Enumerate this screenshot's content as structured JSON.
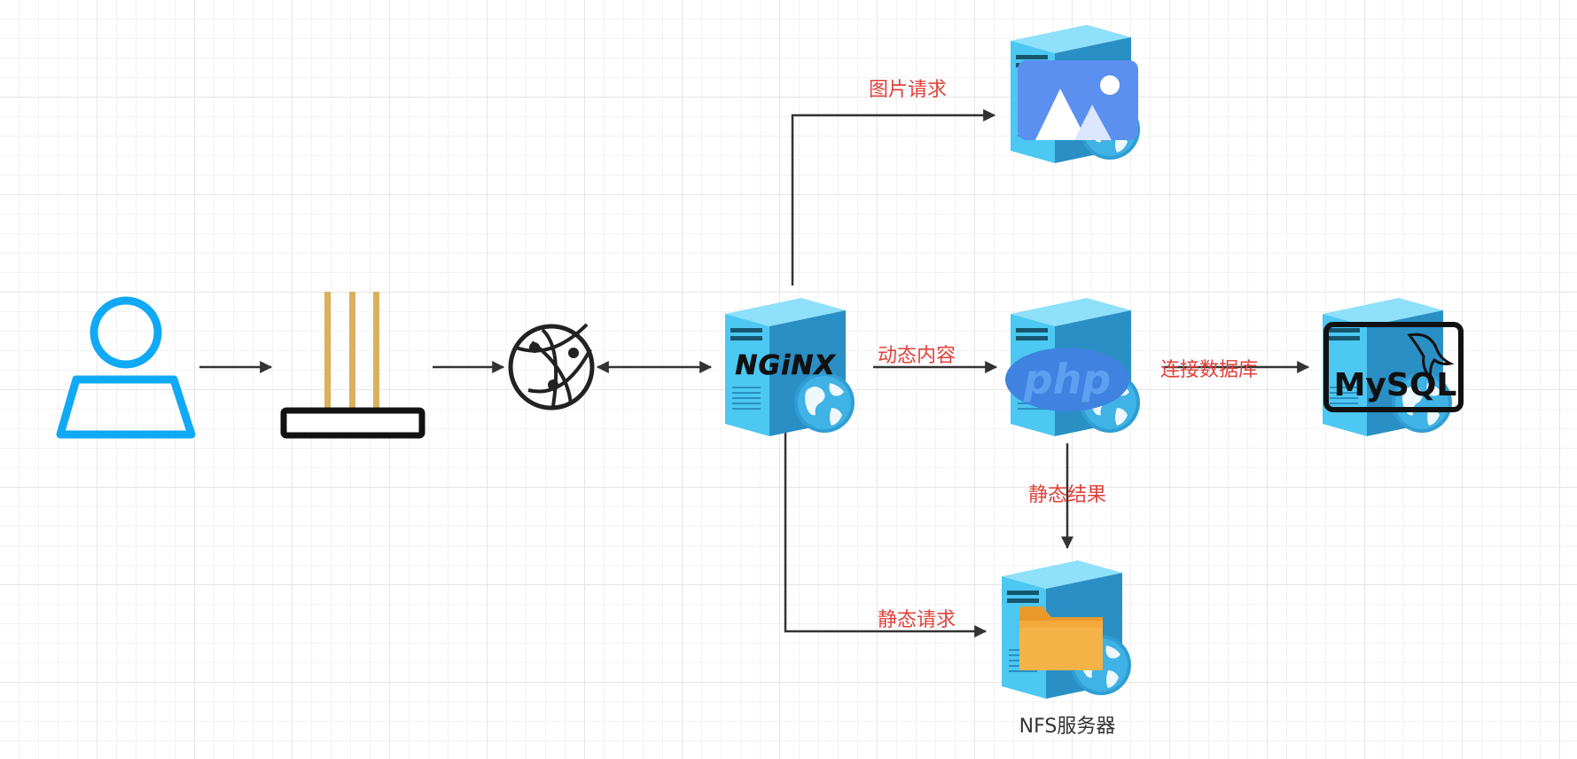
{
  "colors": {
    "label_red": "#e0403a",
    "connector": "#333333",
    "user_blue": "#10a9f5",
    "server_light": "#4cc8f2",
    "server_dark": "#2a8fc4",
    "firewall_gold": "#d9b15e",
    "image_badge": "#5b8ff0",
    "php_badge": "#3f82e0",
    "folder_orange": "#f5a93a"
  },
  "nodes": {
    "user": {
      "icon": "user-icon"
    },
    "firewall": {
      "icon": "firewall-icon"
    },
    "internet": {
      "icon": "globe-icon"
    },
    "nginx": {
      "icon": "server-icon",
      "badge": "NGiNX"
    },
    "image_server": {
      "icon": "server-icon",
      "badge": "image-icon"
    },
    "php_server": {
      "icon": "server-icon",
      "badge": "php"
    },
    "mysql_server": {
      "icon": "server-icon",
      "badge": "MySQL"
    },
    "nfs_server": {
      "icon": "server-icon",
      "badge": "folder-icon",
      "label": "NFS服务器"
    }
  },
  "edges": {
    "image_request": "图片请求",
    "dynamic_content": "动态内容",
    "connect_db": "连接数据库",
    "static_result": "静态结果",
    "static_request": "静态请求"
  }
}
